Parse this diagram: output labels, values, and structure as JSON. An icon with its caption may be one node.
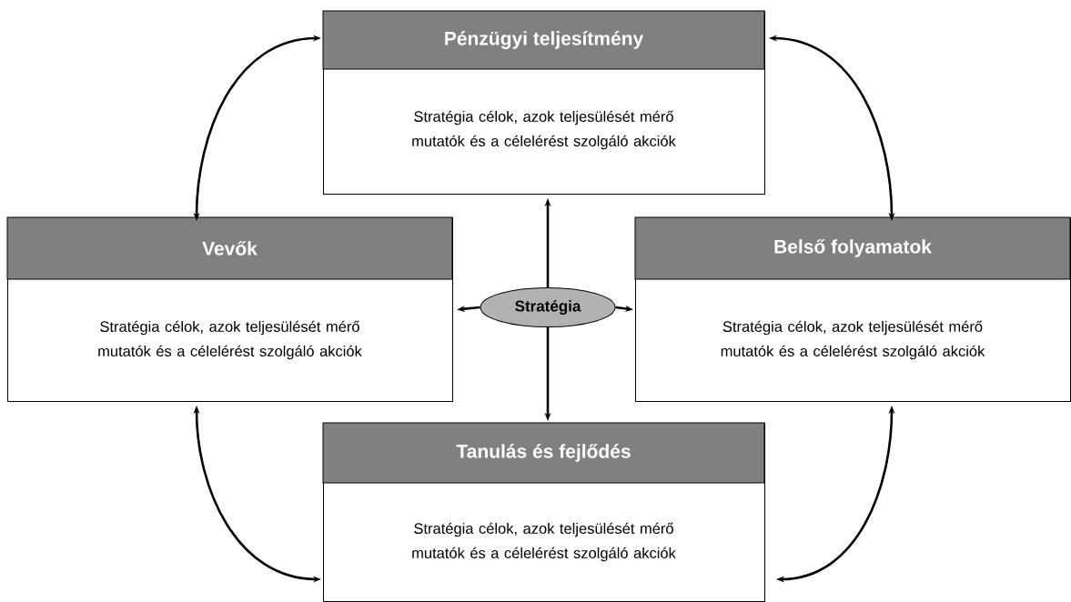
{
  "diagram": {
    "nodes": [
      {
        "text": [
          "Pénzügyi teljesítmény",
          "Stratégia célok, azok teljesülését mérő mutatók és a célelérést szolgáló akciók"
        ]
      },
      {
        "text": [
          "Vevők",
          "Stratégia célok, azok teljesülését mérő mutatók és a célelérést szolgáló akciók"
        ]
      },
      {
        "text": [
          "Stratégia"
        ]
      },
      {
        "text": [
          "Belső folyamatok",
          "Stratégia célok, azok teljesülését mérő mutatók és a célelérést szolgáló akciók"
        ]
      },
      {
        "text": [
          "Tanulás és fejlődés",
          "Stratégia célok, azok teljesülését mérő mutatók és a célelérést szolgáló akciók"
        ]
      }
    ],
    "edges": [
      {
        "from": 2,
        "to": 0,
        "arrow": "to"
      },
      {
        "from": 2,
        "to": 1,
        "arrow": "to"
      },
      {
        "from": 2,
        "to": 3,
        "arrow": "to"
      },
      {
        "from": 2,
        "to": 4,
        "arrow": "to"
      },
      {
        "from": 0,
        "to": 1,
        "arrow": "both"
      },
      {
        "from": 0,
        "to": 3,
        "arrow": "both"
      },
      {
        "from": 1,
        "to": 4,
        "arrow": "both"
      },
      {
        "from": 3,
        "to": 4,
        "arrow": "both"
      }
    ]
  }
}
